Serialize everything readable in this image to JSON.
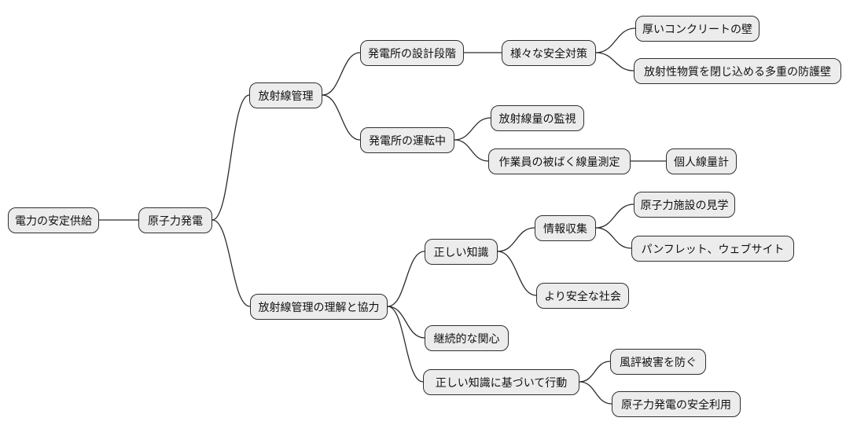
{
  "colors": {
    "canvas_bg": "#ffffff",
    "node_fill": "#ececec",
    "node_border": "#2f2f2f",
    "node_text": "#111111",
    "edge_color": "#2b2b2b"
  },
  "mindmap": {
    "root": {
      "label": "電力の安定供給",
      "children": [
        {
          "label": "原子力発電",
          "children": [
            {
              "label": "放射線管理",
              "children": [
                {
                  "label": "発電所の設計段階",
                  "children": [
                    {
                      "label": "様々な安全対策",
                      "children": [
                        {
                          "label": "厚いコンクリートの壁"
                        },
                        {
                          "label": "放射性物質を閉じ込める多重の防護壁"
                        }
                      ]
                    }
                  ]
                },
                {
                  "label": "発電所の運転中",
                  "children": [
                    {
                      "label": "放射線量の監視"
                    },
                    {
                      "label": "作業員の被ばく線量測定",
                      "children": [
                        {
                          "label": "個人線量計"
                        }
                      ]
                    }
                  ]
                }
              ]
            },
            {
              "label": "放射線管理の理解と協力",
              "children": [
                {
                  "label": "正しい知識",
                  "children": [
                    {
                      "label": "情報収集",
                      "children": [
                        {
                          "label": "原子力施設の見学"
                        },
                        {
                          "label": "パンフレット、ウェブサイト"
                        }
                      ]
                    },
                    {
                      "label": "より安全な社会"
                    }
                  ]
                },
                {
                  "label": "継続的な関心"
                },
                {
                  "label": "正しい知識に基づいて行動",
                  "children": [
                    {
                      "label": "風評被害を防ぐ"
                    },
                    {
                      "label": "原子力発電の安全利用"
                    }
                  ]
                }
              ]
            }
          ]
        }
      ]
    }
  }
}
